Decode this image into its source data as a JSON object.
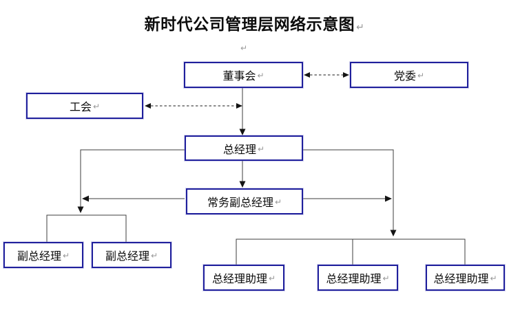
{
  "title": {
    "text": "新时代公司管理层网络示意图",
    "paragraph_mark": "↵"
  },
  "marks": {
    "pilcrow": "↵"
  },
  "colors": {
    "box_border": "#1f1f9c",
    "line": "#3c3c3c",
    "arrowhead": "#141414",
    "pilcrow": "#979797",
    "background": "#ffffff"
  },
  "nodes": {
    "dongshihui": {
      "label": "董事会"
    },
    "dangwei": {
      "label": "党委"
    },
    "gonghui": {
      "label": "工会"
    },
    "zongjingli": {
      "label": "总经理"
    },
    "changwu": {
      "label": "常务副总经理"
    },
    "fuzong1": {
      "label": "副总经理"
    },
    "fuzong2": {
      "label": "副总经理"
    },
    "zhuli1": {
      "label": "总经理助理"
    },
    "zhuli2": {
      "label": "总经理助理"
    },
    "zhuli3": {
      "label": "总经理助理"
    }
  },
  "edges": [
    {
      "from": "董事会",
      "to": "党委",
      "style": "dashed",
      "arrows": "both"
    },
    {
      "from": "工会",
      "to": "董事会-总经理连线",
      "style": "dashed",
      "arrows": "both"
    },
    {
      "from": "董事会",
      "to": "总经理",
      "style": "solid",
      "arrows": "down"
    },
    {
      "from": "总经理",
      "to": "常务副总经理",
      "style": "solid",
      "arrows": "down"
    },
    {
      "from": "总经理",
      "to": "副总经理×2",
      "style": "solid",
      "arrows": "down"
    },
    {
      "from": "常务副总经理",
      "to": "左侧竖线",
      "style": "solid",
      "arrows": "left"
    },
    {
      "from": "总经理",
      "to": "总经理助理×3",
      "style": "solid",
      "arrows": "down"
    },
    {
      "from": "常务副总经理",
      "to": "右侧竖线",
      "style": "solid",
      "arrows": "right"
    }
  ]
}
